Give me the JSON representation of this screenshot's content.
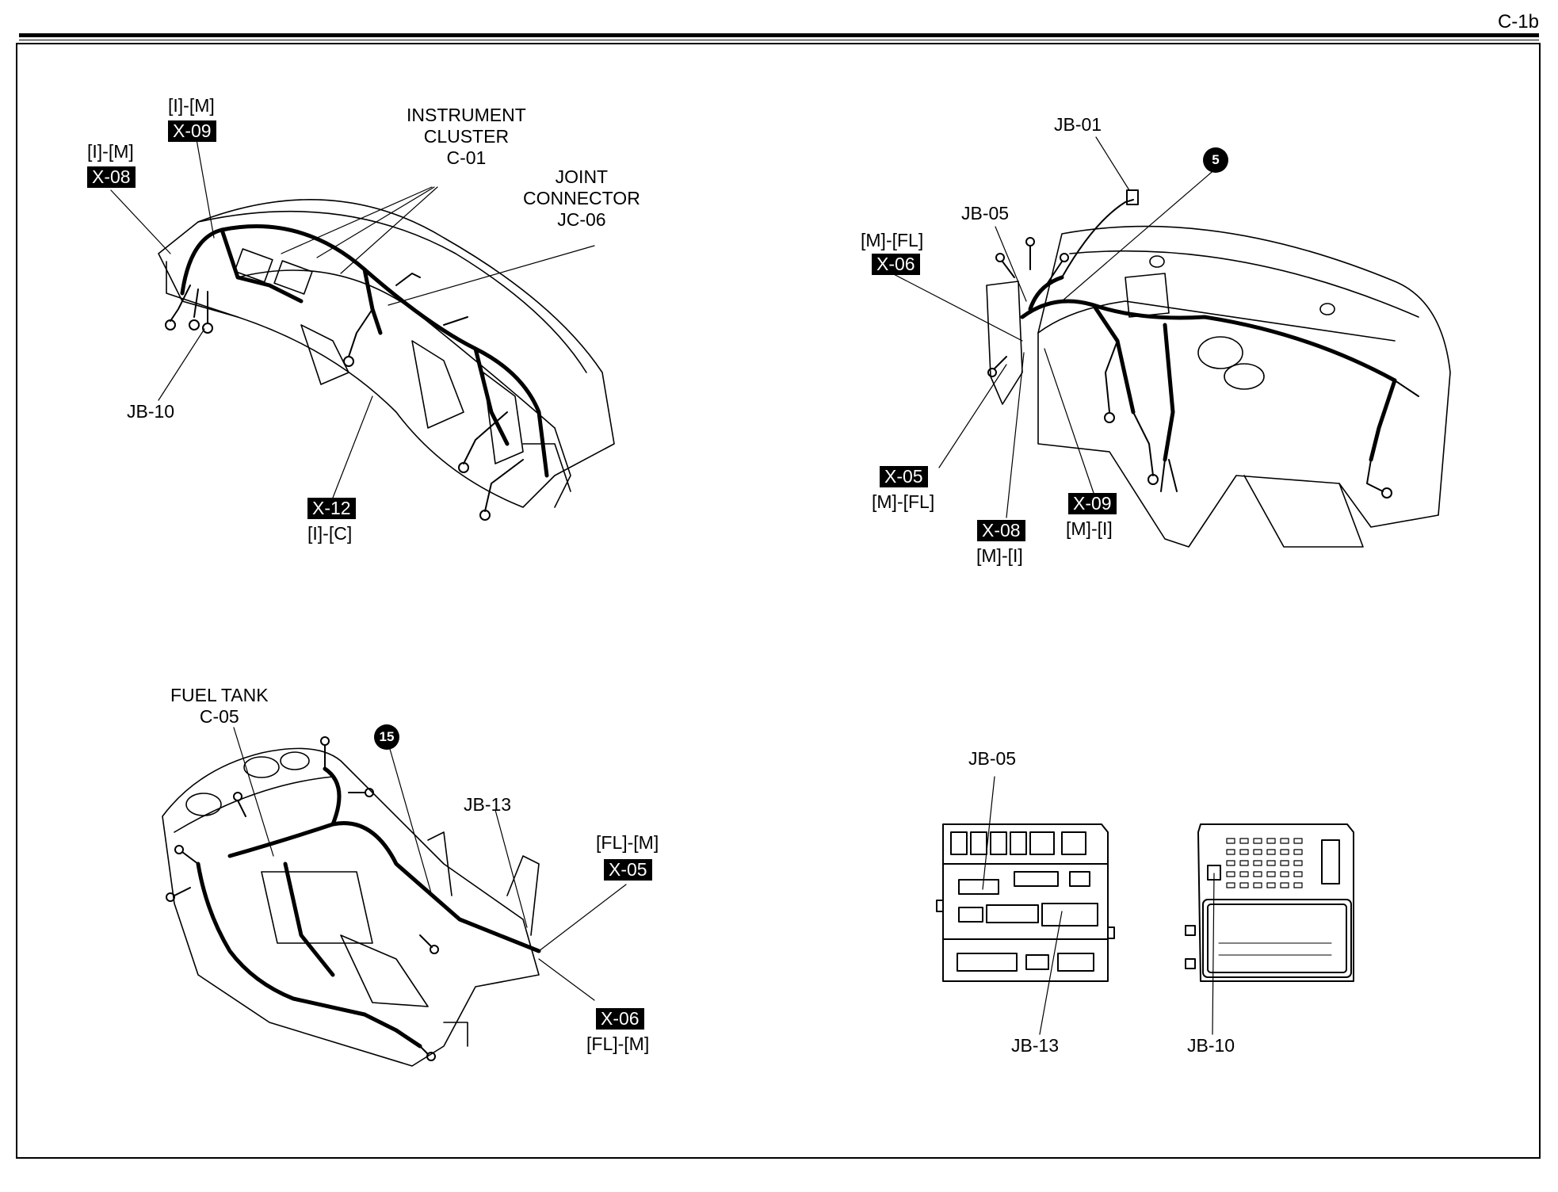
{
  "page_id": "C-1b",
  "badges": {
    "b5": "5",
    "b15": "15"
  },
  "top_left": {
    "x09_route": "[I]-[M]",
    "x09_code": "X-09",
    "x08_route": "[I]-[M]",
    "x08_code": "X-08",
    "instrument_cluster": [
      "INSTRUMENT",
      "CLUSTER",
      "C-01"
    ],
    "joint_connector": [
      "JOINT",
      "CONNECTOR",
      "JC-06"
    ],
    "jb10": "JB-10",
    "x12_code": "X-12",
    "x12_route": "[I]-[C]"
  },
  "top_right": {
    "jb01": "JB-01",
    "jb05": "JB-05",
    "x06_route": "[M]-[FL]",
    "x06_code": "X-06",
    "x05_code": "X-05",
    "x05_route": "[M]-[FL]",
    "x08_code": "X-08",
    "x08_route": "[M]-[I]",
    "x09_code": "X-09",
    "x09_route": "[M]-[I]"
  },
  "bottom_left": {
    "fuel_tank": [
      "FUEL TANK",
      "C-05"
    ],
    "jb13": "JB-13",
    "x05_route": "[FL]-[M]",
    "x05_code": "X-05",
    "x06_code": "X-06",
    "x06_route": "[FL]-[M]"
  },
  "bottom_right": {
    "jb05": "JB-05",
    "jb13": "JB-13",
    "jb10": "JB-10"
  }
}
